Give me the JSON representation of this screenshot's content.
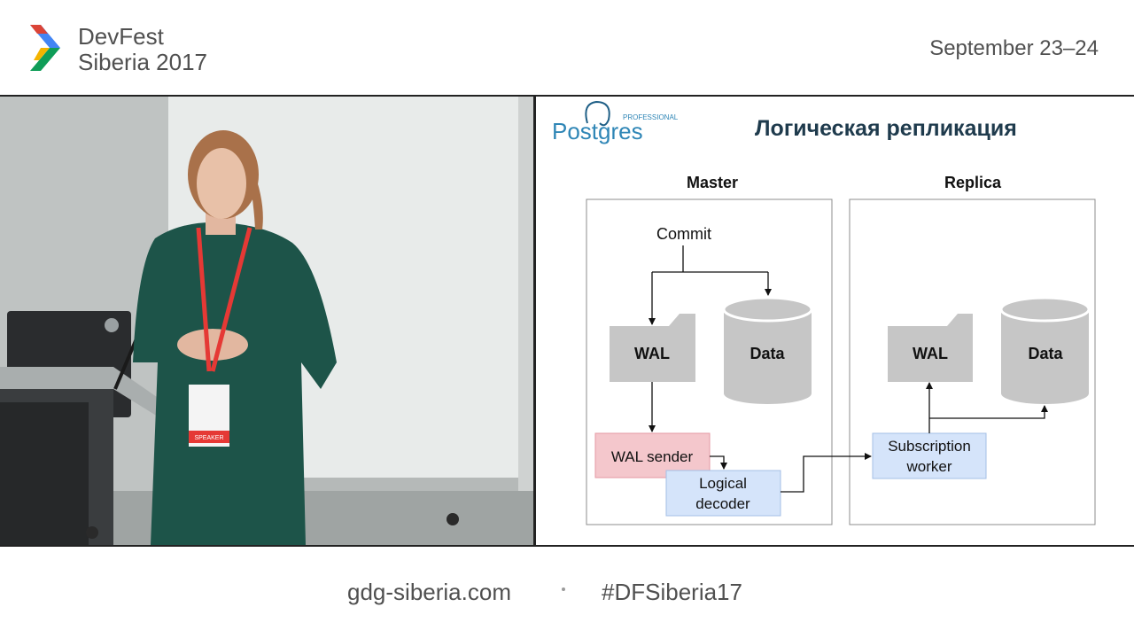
{
  "header": {
    "event_line1": "DevFest",
    "event_line2": "Siberia 2017",
    "date": "September 23–24",
    "logo_colors": [
      "#4285F4",
      "#DB4437",
      "#F4B400",
      "#0F9D58"
    ]
  },
  "video": {
    "badge_text": "SPEAKER",
    "lanyard_color": "#e53935",
    "dress_color": "#1d5449"
  },
  "slide": {
    "logo_small": "PROFESSIONAL",
    "logo_main": "Postgres",
    "logo_color": "#2f86b6",
    "title": "Логическая репликация",
    "master_label": "Master",
    "replica_label": "Replica",
    "commit": "Commit",
    "master_wal": "WAL",
    "master_data": "Data",
    "replica_wal": "WAL",
    "replica_data": "Data",
    "wal_sender": "WAL sender",
    "logical_decoder_1": "Logical",
    "logical_decoder_2": "decoder",
    "subscription_worker_1": "Subscription",
    "subscription_worker_2": "worker",
    "colors": {
      "storage_gray": "#c6c6c6",
      "wal_sender_fill": "#f4c7cc",
      "blue_fill": "#d5e4fa",
      "blue_stroke": "#a4bfe6"
    }
  },
  "footer": {
    "site": "gdg-siberia.com",
    "hashtag": "#DFSiberia17"
  }
}
